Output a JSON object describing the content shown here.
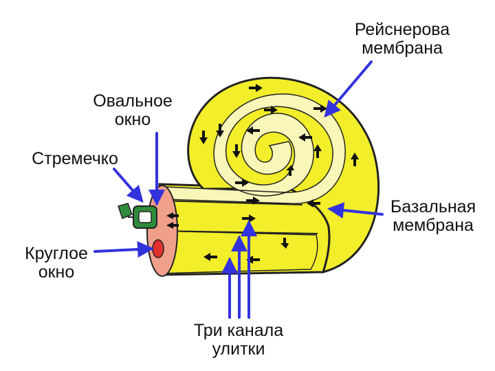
{
  "labels": {
    "reissner": {
      "line1": "Рейснерова",
      "line2": "мембрана"
    },
    "oval_window": {
      "line1": "Овальное",
      "line2": "окно"
    },
    "stapes": {
      "line1": "Стремечко"
    },
    "basilar": {
      "line1": "Базальная",
      "line2": "мембрана"
    },
    "round_window": {
      "line1": "Круглое",
      "line2": "окно"
    },
    "canals": {
      "line1": "Три канала",
      "line2": "улитки"
    }
  },
  "colors": {
    "pointer": "#3333dd",
    "cochlea_yellow": "#f2ee2a",
    "cochlea_pale": "#f8f6b8",
    "outline": "#222222",
    "window_tissue": "#f0a08a",
    "round_window": "#e03030",
    "stapes": "#2e8b3a",
    "arrow_glyph": "#111111"
  },
  "icons": {
    "flow_arrow": "arrow-icon",
    "stapes": "stapes-icon"
  }
}
